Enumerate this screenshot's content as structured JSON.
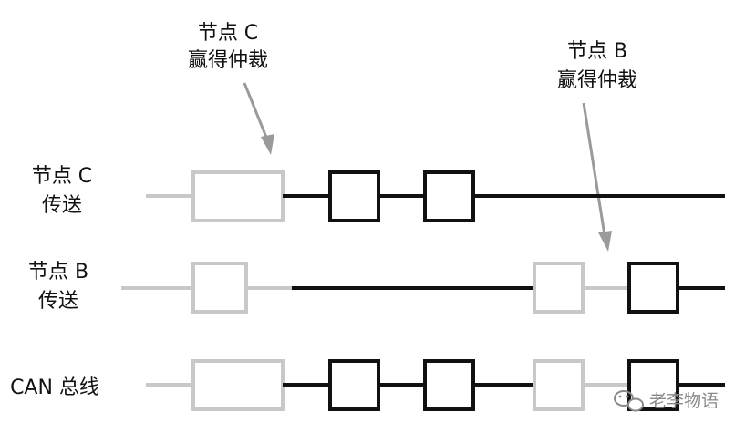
{
  "annotations": {
    "node_c_title": "节点 C",
    "node_c_sub": "赢得仲裁",
    "node_b_title": "节点 B",
    "node_b_sub": "赢得仲裁"
  },
  "rows": {
    "node_c": {
      "line1": "节点 C",
      "line2": "传送"
    },
    "node_b": {
      "line1": "节点 B",
      "line2": "传送"
    },
    "bus": {
      "line1": "CAN 总线"
    }
  },
  "watermark": {
    "text": "老李物语"
  },
  "colors": {
    "dark": "#111111",
    "light": "#c8c8c8",
    "arrow": "#9a9a9a"
  }
}
